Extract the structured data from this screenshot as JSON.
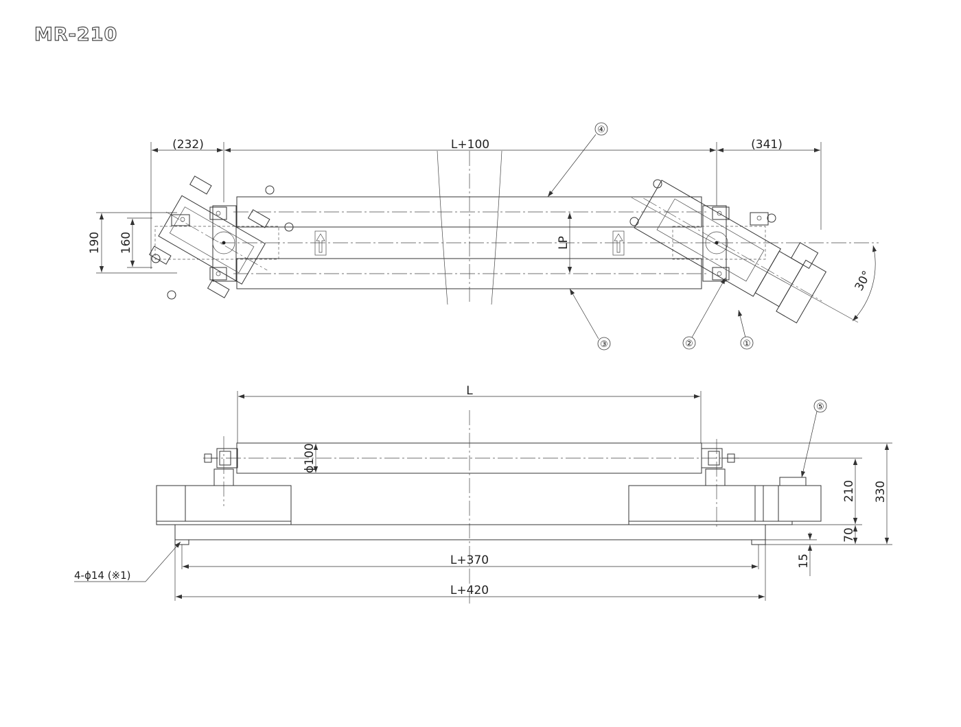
{
  "title": "MR-210",
  "top_view": {
    "dims": {
      "left_overhang": "(232)",
      "overall": "L+100",
      "right_overhang": "(341)",
      "outer_height": "190",
      "inner_height": "160",
      "pitch": "LP",
      "angle": "30°"
    },
    "balloons": [
      "④",
      "③",
      "②",
      "①"
    ]
  },
  "front_view": {
    "dims": {
      "roller_length": "L",
      "roller_dia": "ϕ100",
      "hole_pitch": "L+370",
      "base_length": "L+420",
      "height_210": "210",
      "height_330": "330",
      "height_70": "70",
      "height_15": "15",
      "holes_note": "4-ϕ14 (※1)"
    },
    "balloons": [
      "⑤"
    ]
  }
}
